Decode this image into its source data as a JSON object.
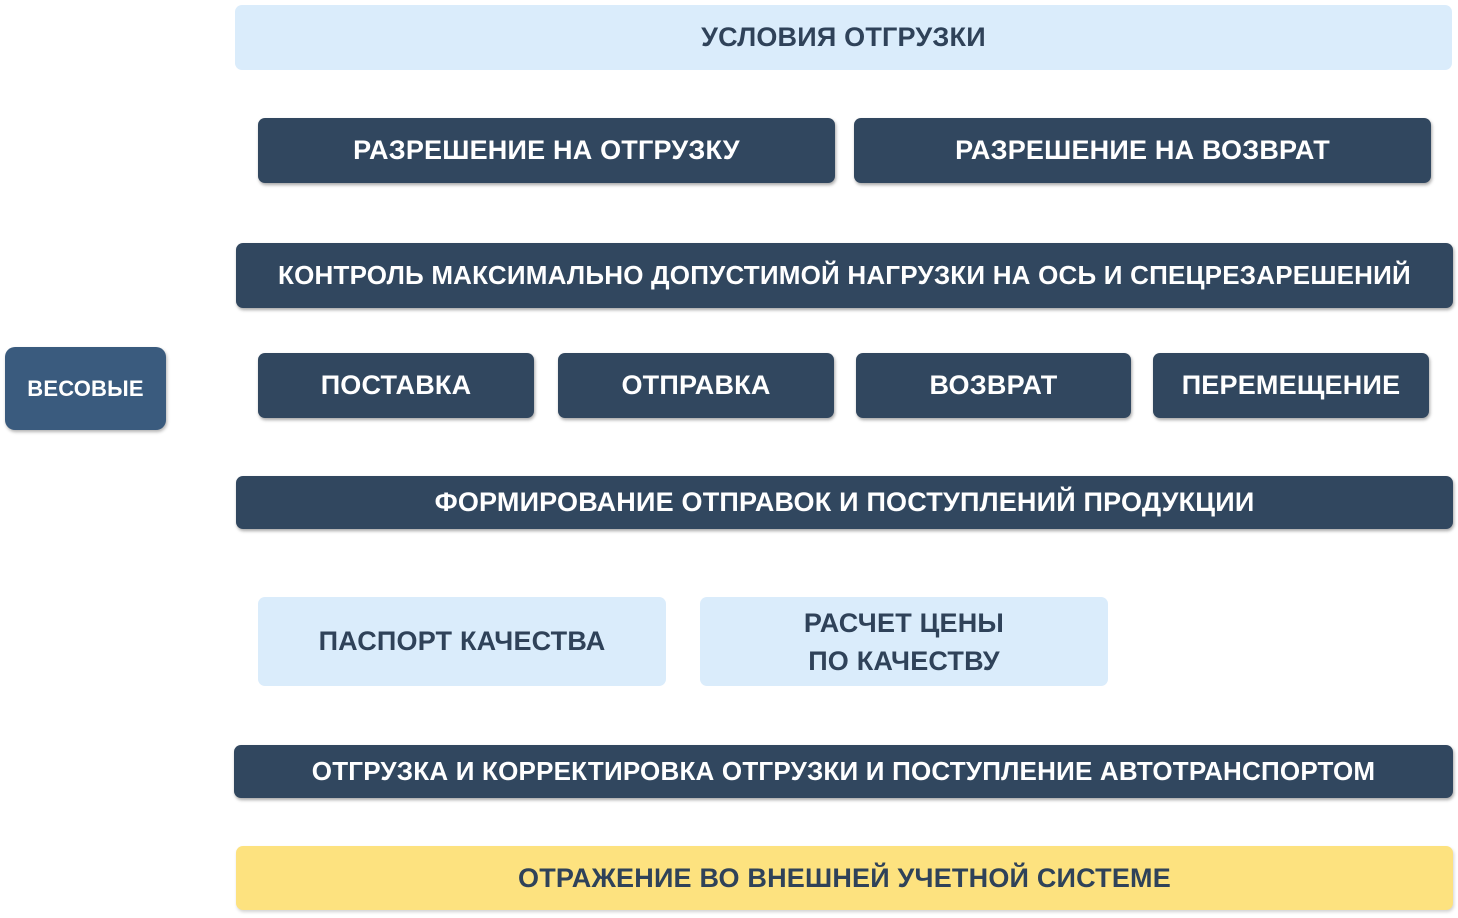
{
  "sidebar": {
    "label": "ВЕСОВЫЕ"
  },
  "header": {
    "title": "УСЛОВИЯ ОТГРУЗКИ"
  },
  "permissions": {
    "shipment": "РАЗРЕШЕНИЕ НА ОТГРУЗКУ",
    "return": "РАЗРЕШЕНИЕ НА ВОЗВРАТ"
  },
  "load_control": "КОНТРОЛЬ МАКСИМАЛЬНО ДОПУСТИМОЙ НАГРУЗКИ НА ОСЬ И СПЕЦРЕЗАРЕШЕНИЙ",
  "operations": {
    "delivery": "ПОСТАВКА",
    "dispatch": "ОТПРАВКА",
    "return": "ВОЗВРАТ",
    "transfer": "ПЕРЕМЕЩЕНИЕ"
  },
  "formation": "ФОРМИРОВАНИЕ ОТПРАВОК И ПОСТУПЛЕНИЙ ПРОДУКЦИИ",
  "quality": {
    "passport": "ПАСПОРТ КАЧЕСТВА",
    "price_line1": "РАСЧЕТ ЦЕНЫ",
    "price_line2": "ПО КАЧЕСТВУ"
  },
  "shipment_correction": "ОТГРУЗКА И КОРРЕКТИРОВКА ОТГРУЗКИ И ПОСТУПЛЕНИЕ АВТОТРАНСПОРТОМ",
  "external_reflection": "ОТРАЖЕНИЕ ВО ВНЕШНЕЙ УЧЕТНОЙ СИСТЕМЕ",
  "colors": {
    "dark": "#31475f",
    "light": "#daecfb",
    "yellow": "#fde27f",
    "side": "#3a5b7e"
  }
}
